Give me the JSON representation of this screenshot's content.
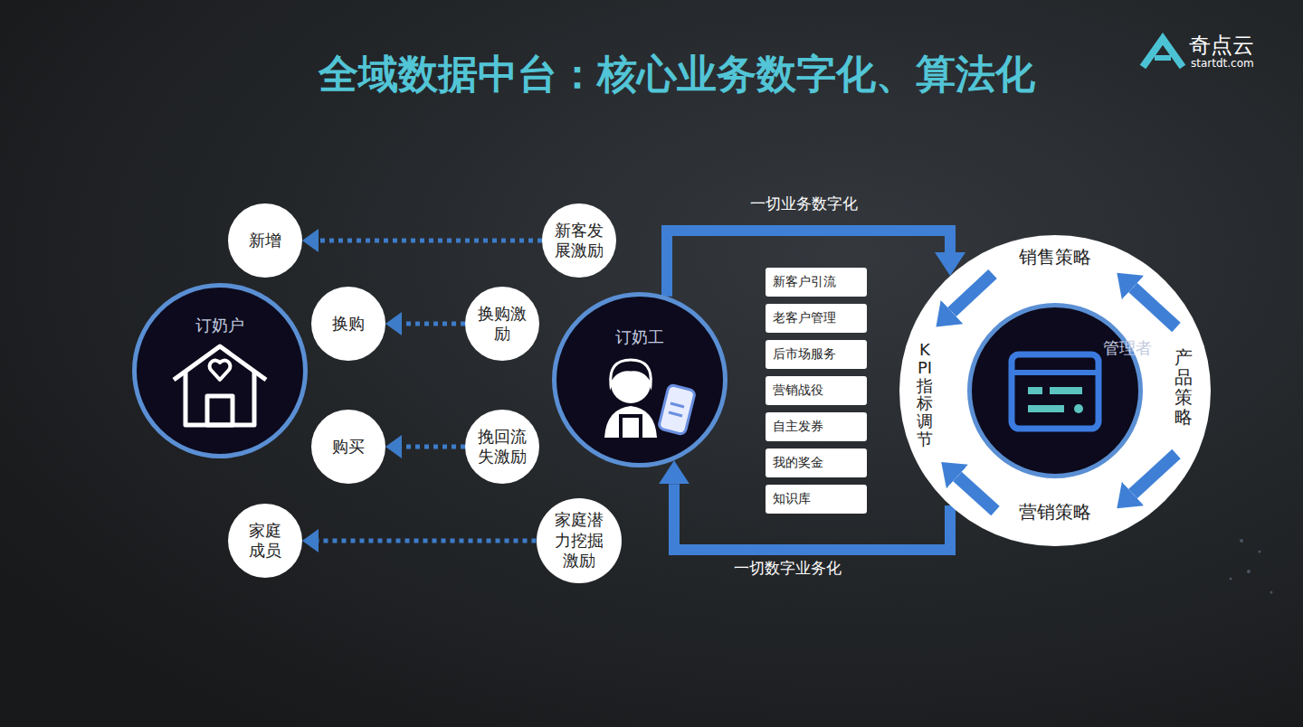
{
  "diagram": {
    "title": "全域数据中台：核心业务数字化、算法化",
    "nodes": [
      {
        "text": [
          "订奶户"
        ]
      },
      {
        "text": [
          "新增"
        ]
      },
      {
        "text": [
          "新客发展激励"
        ]
      },
      {
        "text": [
          "换购"
        ]
      },
      {
        "text": [
          "换购激励"
        ]
      },
      {
        "text": [
          "购买"
        ]
      },
      {
        "text": [
          "挽回流失激励"
        ]
      },
      {
        "text": [
          "家庭成员"
        ]
      },
      {
        "text": [
          "家庭潜力挖掘激励"
        ]
      },
      {
        "text": [
          "订奶工"
        ]
      },
      {
        "text": [
          "新客户引流"
        ]
      },
      {
        "text": [
          "老客户管理"
        ]
      },
      {
        "text": [
          "后市场服务"
        ]
      },
      {
        "text": [
          "营销战役"
        ]
      },
      {
        "text": [
          "自主发券"
        ]
      },
      {
        "text": [
          "我的奖金"
        ]
      },
      {
        "text": [
          "知识库"
        ]
      },
      {
        "text": [
          "销售策略",
          "产品策略",
          "营销策略",
          "KPI指标调节"
        ]
      },
      {
        "text": [
          "管理者"
        ],
        "in": 17
      }
    ],
    "edges": [
      {
        "from": 2,
        "to": 1,
        "arrow": "to"
      },
      {
        "from": 4,
        "to": 3,
        "arrow": "to"
      },
      {
        "from": 6,
        "to": 5,
        "arrow": "to"
      },
      {
        "from": 8,
        "to": 7,
        "arrow": "to"
      },
      {
        "from": 9,
        "to": 17,
        "label": "一切业务数字化",
        "arrow": "to"
      },
      {
        "from": 17,
        "to": 9,
        "label": "一切数字业务化",
        "arrow": "to"
      }
    ],
    "labels": [
      "奇点云",
      "startdt.com"
    ]
  }
}
